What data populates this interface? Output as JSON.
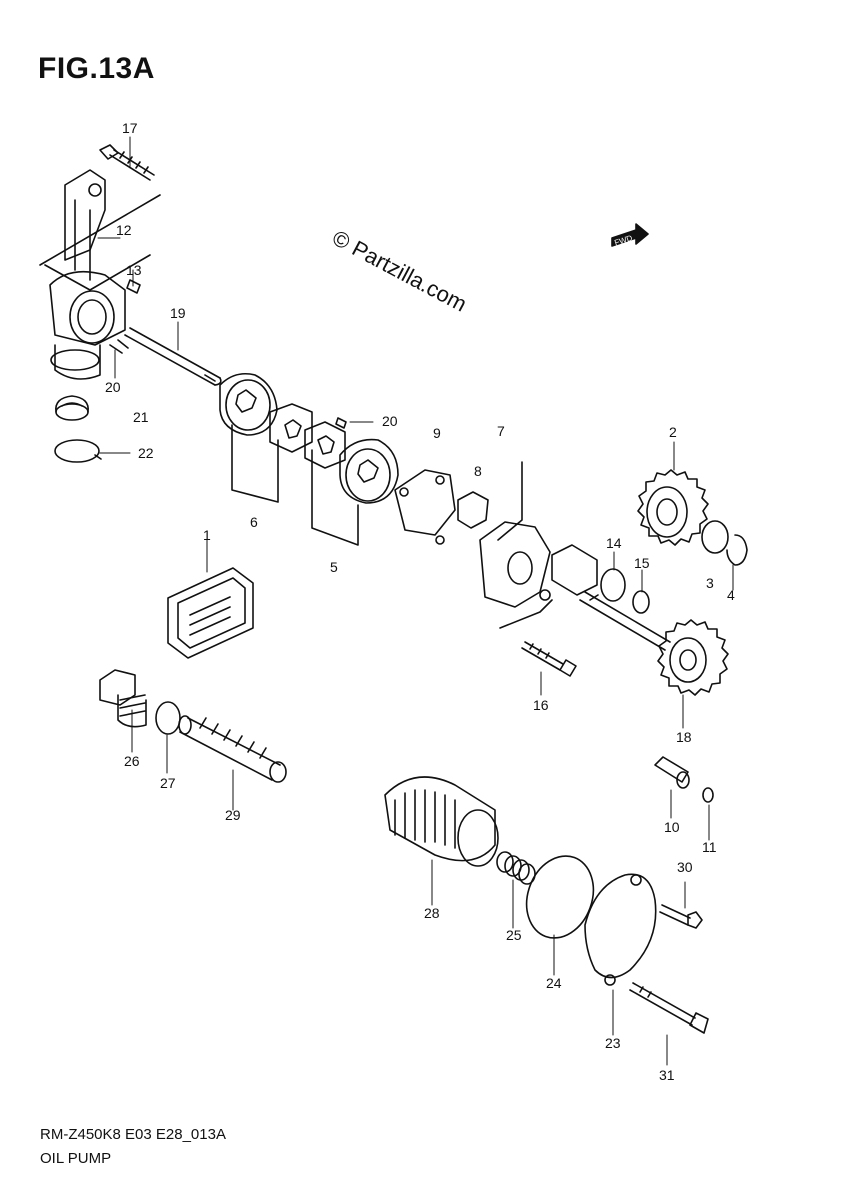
{
  "figure": {
    "title": "FIG.13A",
    "watermark": "© Partzilla.com",
    "fwd_label": "FWD",
    "footer_code": "RM-Z450K8 E03 E28_013A",
    "footer_title": "OIL PUMP"
  },
  "callouts": [
    "17",
    "12",
    "13",
    "19",
    "20",
    "21",
    "22",
    "20",
    "9",
    "8",
    "7",
    "2",
    "1",
    "6",
    "5",
    "14",
    "15",
    "3",
    "4",
    "16",
    "18",
    "26",
    "27",
    "29",
    "10",
    "11",
    "30",
    "28",
    "25",
    "24",
    "23",
    "31"
  ]
}
